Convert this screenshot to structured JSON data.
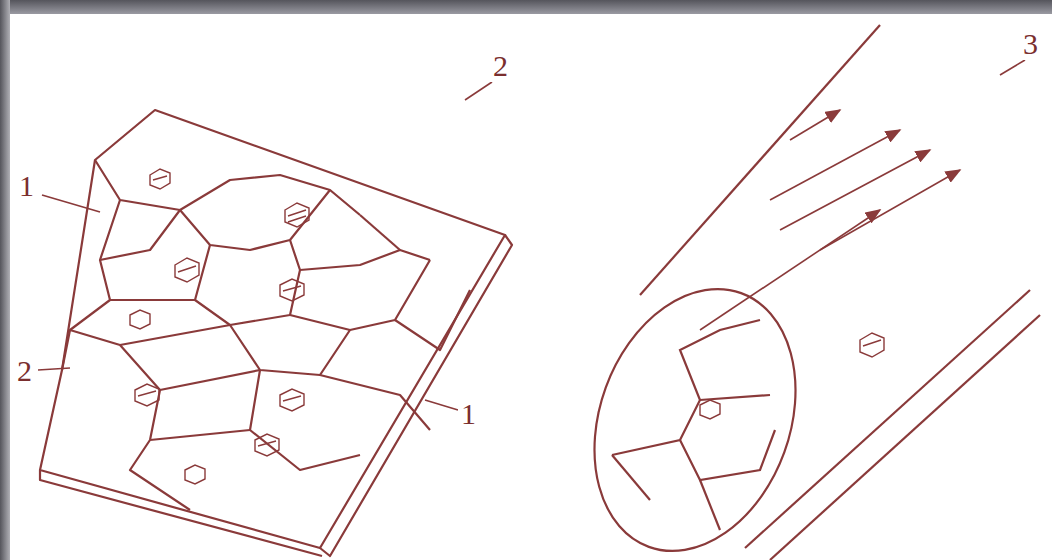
{
  "diagram": {
    "labels": [
      "1",
      "2",
      "2",
      "1",
      "3"
    ]
  }
}
